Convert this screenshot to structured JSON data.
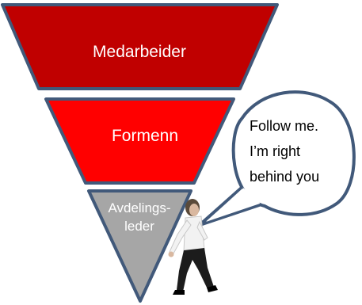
{
  "tiers": {
    "top": {
      "label": "Medarbeider",
      "color": "#c00000"
    },
    "middle": {
      "label": "Formenn",
      "color": "#ff0000"
    },
    "bottom": {
      "label_line1": "Avdelings-",
      "label_line2": "leder",
      "color": "#a6a6a6"
    }
  },
  "outline_color": "#41597a",
  "speech_bubble": {
    "line1": "Follow me.",
    "line2": "I’m right",
    "line3": "behind you"
  },
  "figure": {
    "icon": "walking-man-figure"
  }
}
